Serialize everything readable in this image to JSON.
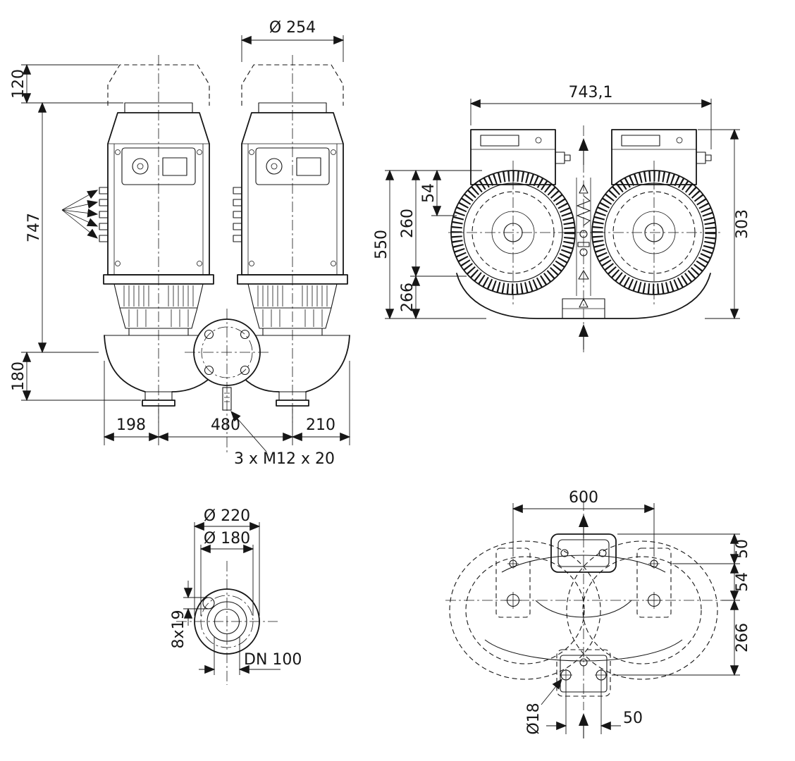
{
  "page": {
    "background": "#ffffff",
    "line_color": "#161616"
  },
  "front_view": {
    "clearance_diameter": "Ø 254",
    "clearance_height": "120",
    "height_total": "747",
    "height_base": "180",
    "width_left": "198",
    "width_center": "480",
    "width_right": "210",
    "bolt_note": "3 x M12 x 20"
  },
  "top_view": {
    "width_total": "743,1",
    "depth_total": "550",
    "depth_front": "260",
    "axis_offset": "54",
    "depth_rear": "266",
    "height_box": "303"
  },
  "flange_view": {
    "outer_diameter": "Ø 220",
    "bolt_circle": "Ø 180",
    "bolt_holes": "8x19",
    "nominal_bore": "DN 100"
  },
  "plan_view": {
    "hole_spacing": "600",
    "offset_top": "50",
    "offset_mid": "54",
    "offset_bottom": "266",
    "hole_diameter": "Ø18",
    "flange_hole_spacing": "50"
  }
}
